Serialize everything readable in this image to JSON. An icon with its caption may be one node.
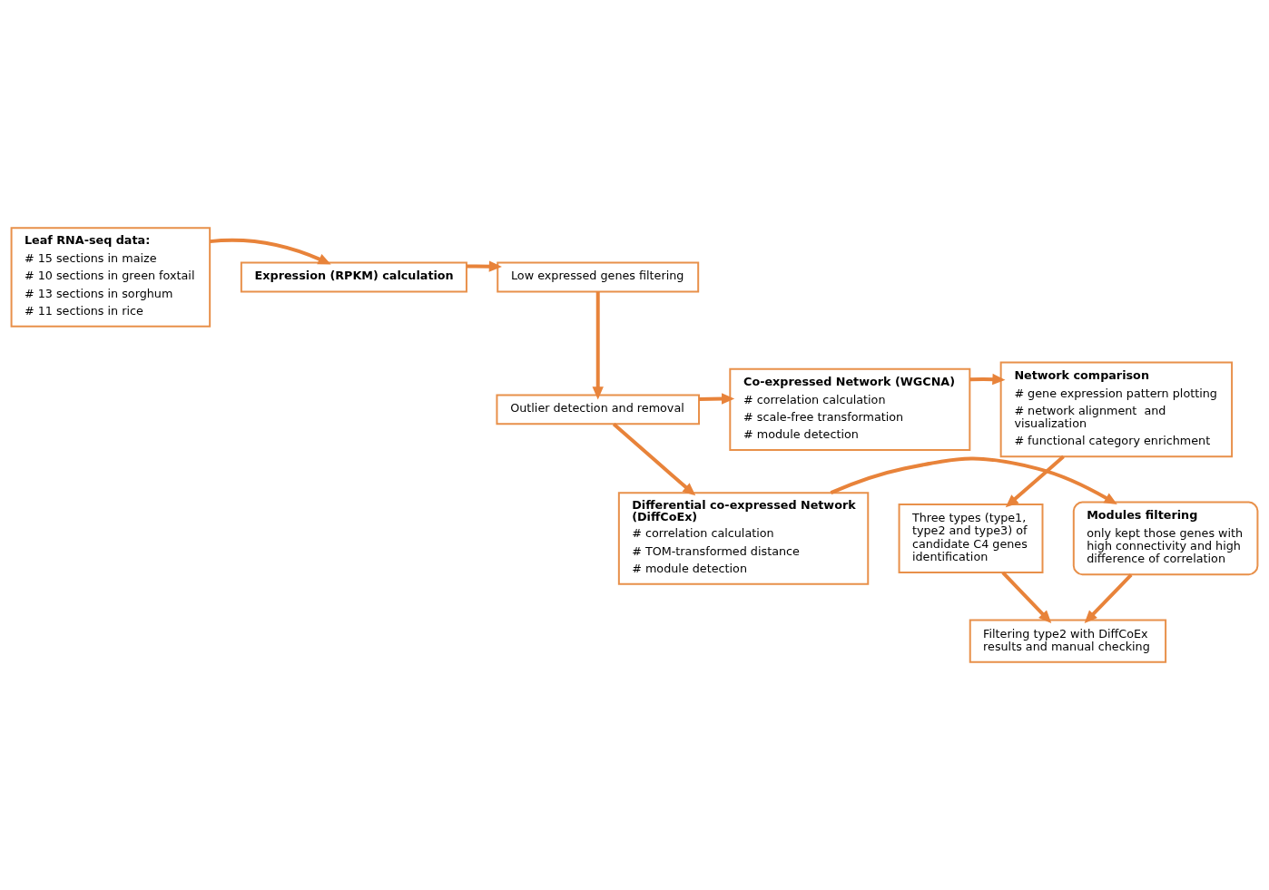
{
  "diagram": {
    "nodes": [
      {
        "text": [
          "Leaf RNA-seq data:",
          "# 15 sections in maize",
          "# 10 sections in green foxtail",
          "# 13 sections in sorghum",
          "# 11 sections in rice"
        ]
      },
      {
        "text": [
          "Expression (RPKM) calculation"
        ]
      },
      {
        "text": [
          "Low expressed genes filtering"
        ]
      },
      {
        "text": [
          "Outlier detection and removal"
        ]
      },
      {
        "text": [
          "Co-expressed Network (WGCNA)",
          "# correlation calculation",
          "# scale-free transformation",
          "# module detection"
        ]
      },
      {
        "text": [
          "Network comparison",
          "# gene expression pattern plotting",
          "# network alignment  and visualization",
          "# functional category enrichment"
        ]
      },
      {
        "text": [
          "Differential co-expressed Network (DiffCoEx)",
          "# correlation calculation",
          "# TOM-transformed distance",
          "# module detection"
        ]
      },
      {
        "text": [
          "Modules filtering",
          "only kept those genes with high connectivity and high difference of correlation"
        ]
      },
      {
        "text": [
          "Three types (type1, type2 and type3) of candidate C4 genes identification"
        ]
      },
      {
        "text": [
          "Filtering type2 with DiffCoEx results and manual checking"
        ]
      }
    ],
    "edges": [
      {
        "from": 0,
        "to": 1,
        "arrow": "to"
      },
      {
        "from": 1,
        "to": 2,
        "arrow": "to"
      },
      {
        "from": 2,
        "to": 3,
        "arrow": "to"
      },
      {
        "from": 3,
        "to": 4,
        "arrow": "to"
      },
      {
        "from": 4,
        "to": 5,
        "arrow": "to"
      },
      {
        "from": 3,
        "to": 6,
        "arrow": "to"
      },
      {
        "from": 6,
        "to": 7,
        "arrow": "to"
      },
      {
        "from": 5,
        "to": 8,
        "arrow": "to"
      },
      {
        "from": 8,
        "to": 9,
        "arrow": "to"
      },
      {
        "from": 7,
        "to": 9,
        "arrow": "to"
      }
    ]
  }
}
